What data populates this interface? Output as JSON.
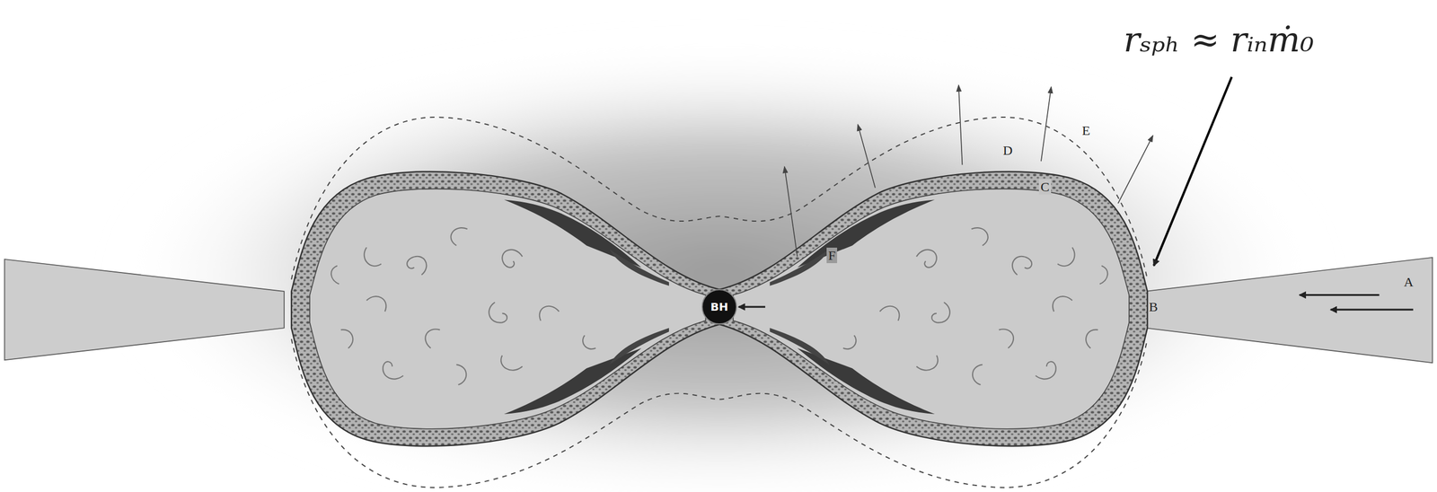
{
  "diagram": {
    "nodes": [
      {
        "text": [
          "BH"
        ]
      }
    ],
    "labels": [
      "rₛₚₕ ≈ rᵢₙṁ₀",
      "A",
      "B",
      "C",
      "D",
      "E",
      "F"
    ]
  }
}
